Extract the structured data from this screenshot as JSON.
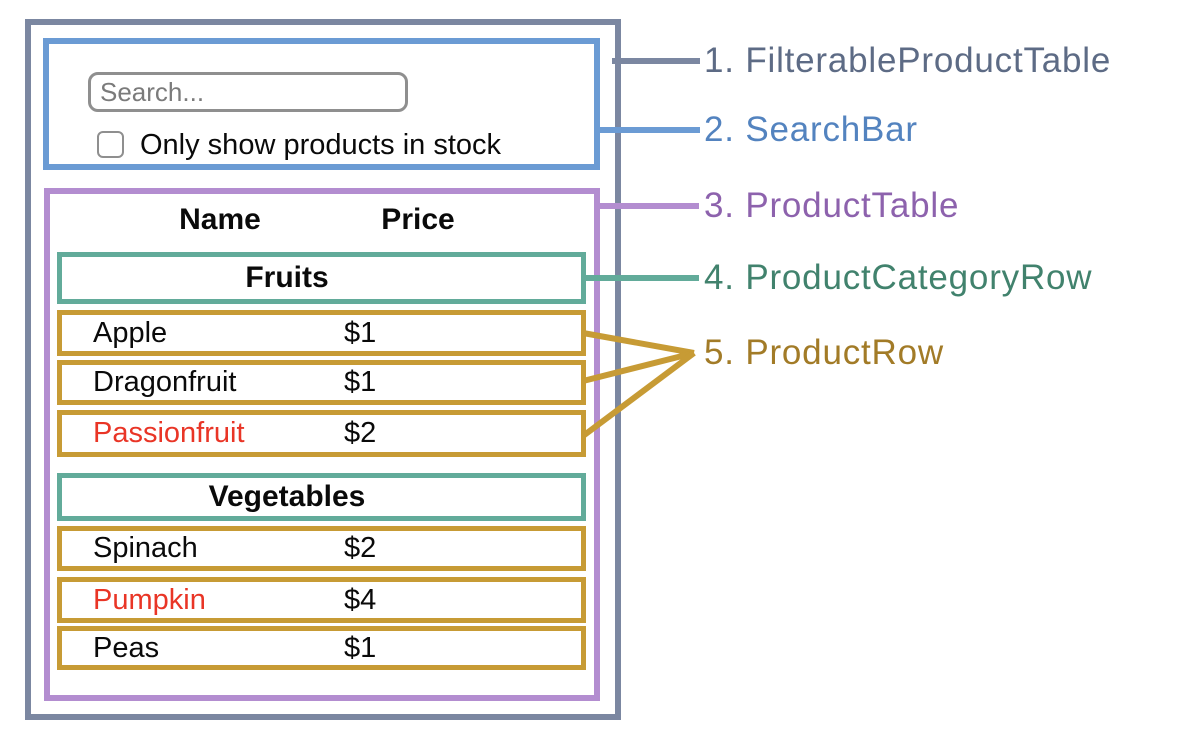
{
  "colors": {
    "outer_box": "#7b87a1",
    "search_box": "#6b9bd4",
    "product_table_box": "#b38dd0",
    "category_row_box": "#62ab9a",
    "product_row_box": "#c79b35",
    "legend_1_text": "#5d6b85",
    "legend_2_text": "#5383bf",
    "legend_3_text": "#8d62ad",
    "legend_4_text": "#41826d",
    "legend_5_text": "#a27b27",
    "out_of_stock_text": "#e93526"
  },
  "search_bar": {
    "placeholder": "Search...",
    "checkbox_label": "Only show products in stock"
  },
  "table": {
    "name_header": "Name",
    "price_header": "Price",
    "sections": [
      {
        "category": "Fruits",
        "rows": [
          {
            "name": "Apple",
            "price": "$1"
          },
          {
            "name": "Dragonfruit",
            "price": "$1"
          },
          {
            "name": "Passionfruit",
            "price": "$2"
          }
        ]
      },
      {
        "category": "Vegetables",
        "rows": [
          {
            "name": "Spinach",
            "price": "$2"
          },
          {
            "name": "Pumpkin",
            "price": "$4"
          },
          {
            "name": "Peas",
            "price": "$1"
          }
        ]
      }
    ]
  },
  "legend": [
    {
      "label": "1. FilterableProductTable",
      "color": "#5d6b85"
    },
    {
      "label": "2. SearchBar",
      "color": "#5383bf"
    },
    {
      "label": "3. ProductTable",
      "color": "#8d62ad"
    },
    {
      "label": "4. ProductCategoryRow",
      "color": "#41826d"
    },
    {
      "label": "5. ProductRow",
      "color": "#a27b27"
    }
  ]
}
